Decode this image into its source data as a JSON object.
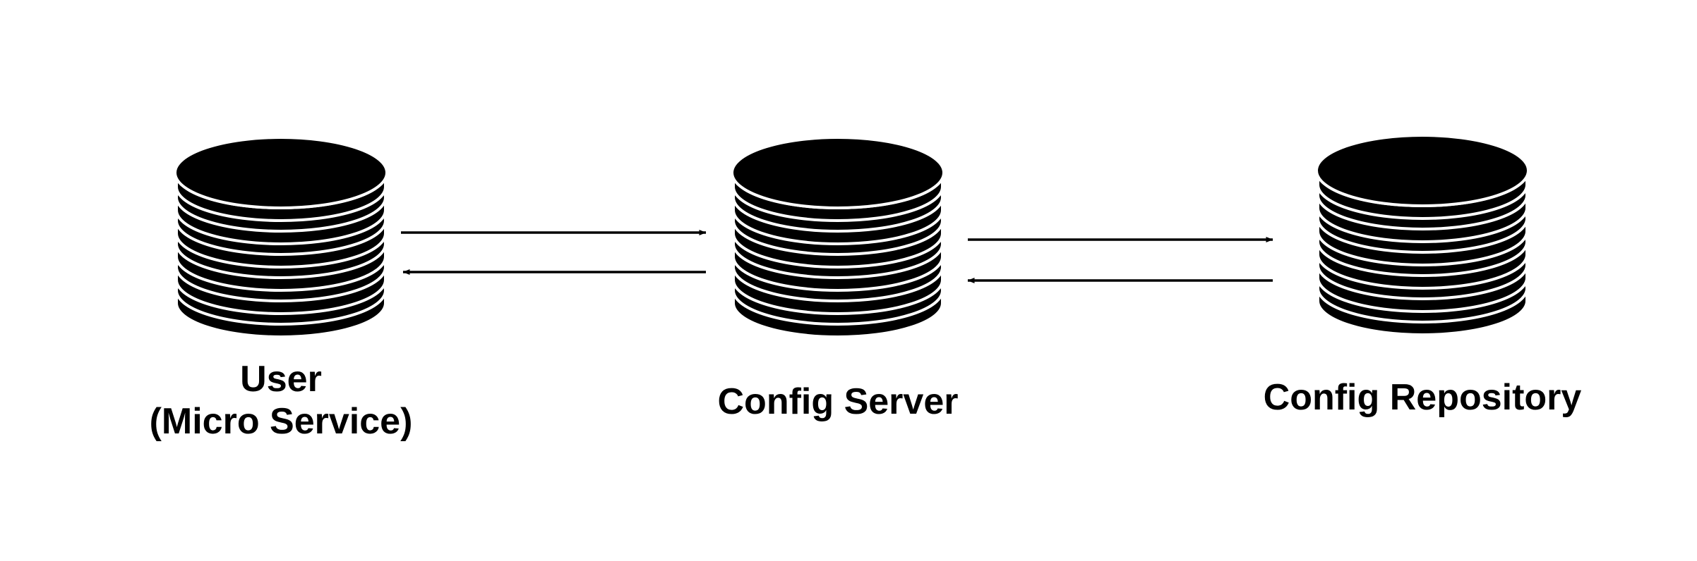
{
  "nodes": [
    {
      "id": "user",
      "icon": "database-icon",
      "label_lines": [
        "User",
        "(Micro Service)"
      ]
    },
    {
      "id": "config-server",
      "icon": "database-icon",
      "label_lines": [
        "Config Server"
      ]
    },
    {
      "id": "config-repository",
      "icon": "database-icon",
      "label_lines": [
        "Config Repository"
      ]
    }
  ],
  "edges": [
    {
      "from": "user",
      "to": "config-server"
    },
    {
      "from": "config-server",
      "to": "user"
    },
    {
      "from": "config-server",
      "to": "config-repository"
    },
    {
      "from": "config-repository",
      "to": "config-server"
    }
  ],
  "colors": {
    "foreground": "#000000",
    "background": "#ffffff"
  }
}
